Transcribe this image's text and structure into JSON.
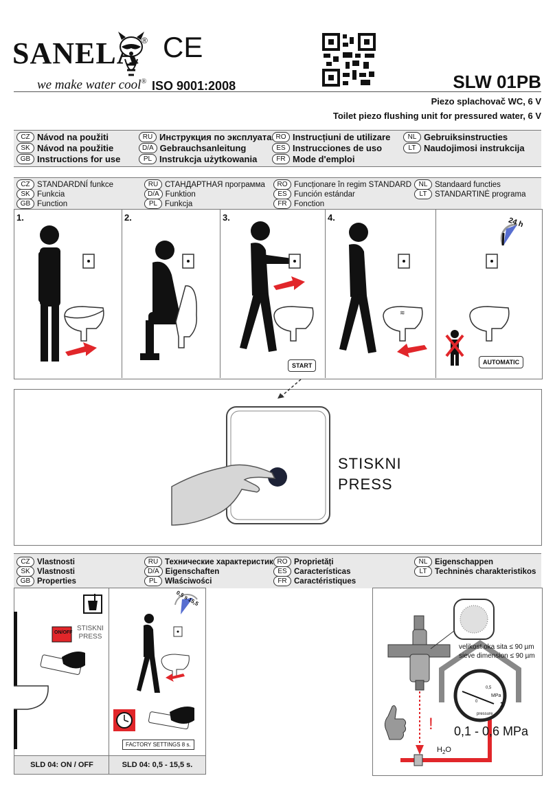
{
  "header": {
    "brand": "SANELA",
    "tagline": "we make water cool",
    "registered": "®",
    "ce_mark": "CE",
    "iso": "ISO 9001:2008",
    "model": "SLW 01PB",
    "subtitle_cz": "Piezo splachovač WC, 6 V",
    "subtitle_en": "Toilet piezo flushing unit for pressured water, 6 V"
  },
  "instructions": [
    {
      "code": "CZ",
      "text": "Návod na použiti"
    },
    {
      "code": "SK",
      "text": "Návod na použitie"
    },
    {
      "code": "GB",
      "text": "Instructions for use"
    },
    {
      "code": "RU",
      "text": "Инструкция по эксплуатации"
    },
    {
      "code": "D/A",
      "text": "Gebrauchsanleitung"
    },
    {
      "code": "PL",
      "text": "Instrukcja użytkowania"
    },
    {
      "code": "RO",
      "text": "Instrucțiuni de utilizare"
    },
    {
      "code": "ES",
      "text": "Instrucciones de uso"
    },
    {
      "code": "FR",
      "text": "Mode d'emploi"
    },
    {
      "code": "NL",
      "text": "Gebruiksinstructies"
    },
    {
      "code": "LT",
      "text": "Naudojimosi instrukcija"
    }
  ],
  "function_header": [
    {
      "code": "CZ",
      "text": "STANDARDNÍ funkce"
    },
    {
      "code": "SK",
      "text": "Funkcia"
    },
    {
      "code": "GB",
      "text": "Function"
    },
    {
      "code": "RU",
      "text": "СТАНДАРТНАЯ программа"
    },
    {
      "code": "D/A",
      "text": "Funktion"
    },
    {
      "code": "PL",
      "text": "Funkcja"
    },
    {
      "code": "RO",
      "text": "Funcționare în regim STANDARD"
    },
    {
      "code": "ES",
      "text": "Función estándar"
    },
    {
      "code": "FR",
      "text": "Fonction"
    },
    {
      "code": "NL",
      "text": "Standaard functies"
    },
    {
      "code": "LT",
      "text": "STANDARTINĖ programa"
    }
  ],
  "steps": {
    "s1": "1.",
    "s2": "2.",
    "s3": "3.",
    "s4": "4.",
    "start": "START",
    "automatic": "AUTOMATIC",
    "hours": "24 h"
  },
  "press_panel": {
    "line1": "STISKNI",
    "line2": "PRESS"
  },
  "properties_header": [
    {
      "code": "CZ",
      "text": "Vlastnosti"
    },
    {
      "code": "SK",
      "text": "Vlastnosti"
    },
    {
      "code": "GB",
      "text": "Properties"
    },
    {
      "code": "RU",
      "text": "Технические характеристики"
    },
    {
      "code": "D/A",
      "text": "Eigenschaften"
    },
    {
      "code": "PL",
      "text": "Właściwości"
    },
    {
      "code": "RO",
      "text": "Proprietăți"
    },
    {
      "code": "ES",
      "text": "Características"
    },
    {
      "code": "FR",
      "text": "Caractéristiques"
    },
    {
      "code": "NL",
      "text": "Eigenschappen"
    },
    {
      "code": "LT",
      "text": "Techninės charakteristikos"
    }
  ],
  "properties": {
    "onoff": "ON/OFF",
    "stiskni": "STISKNI",
    "press": "PRESS",
    "range_a": "0,5",
    "range_b": "15,5",
    "range_s": "s",
    "factory": "FACTORY SETTINGS 8 s.",
    "foot1": "SLD 04: ON / OFF",
    "foot2": "SLD 04: 0,5 - 15,5 s.",
    "sieve_cz": "velikost oka sita ≤ 90 µm",
    "sieve_en": "sieve dimension ≤ 90 µm",
    "pressure": "0,1 - 0,6 MPa",
    "gauge_unit": "MPa",
    "gauge_word": "pressure",
    "gauge_1": "1",
    "gauge_05": "0,5",
    "gauge_0": "0",
    "h2o": "H",
    "h2o_sub": "2",
    "h2o_o": "O",
    "warning": "!"
  },
  "colors": {
    "accent_red": "#e1262a",
    "band_gray": "#e9e9e9",
    "blue_dial": "#3a55c8"
  }
}
